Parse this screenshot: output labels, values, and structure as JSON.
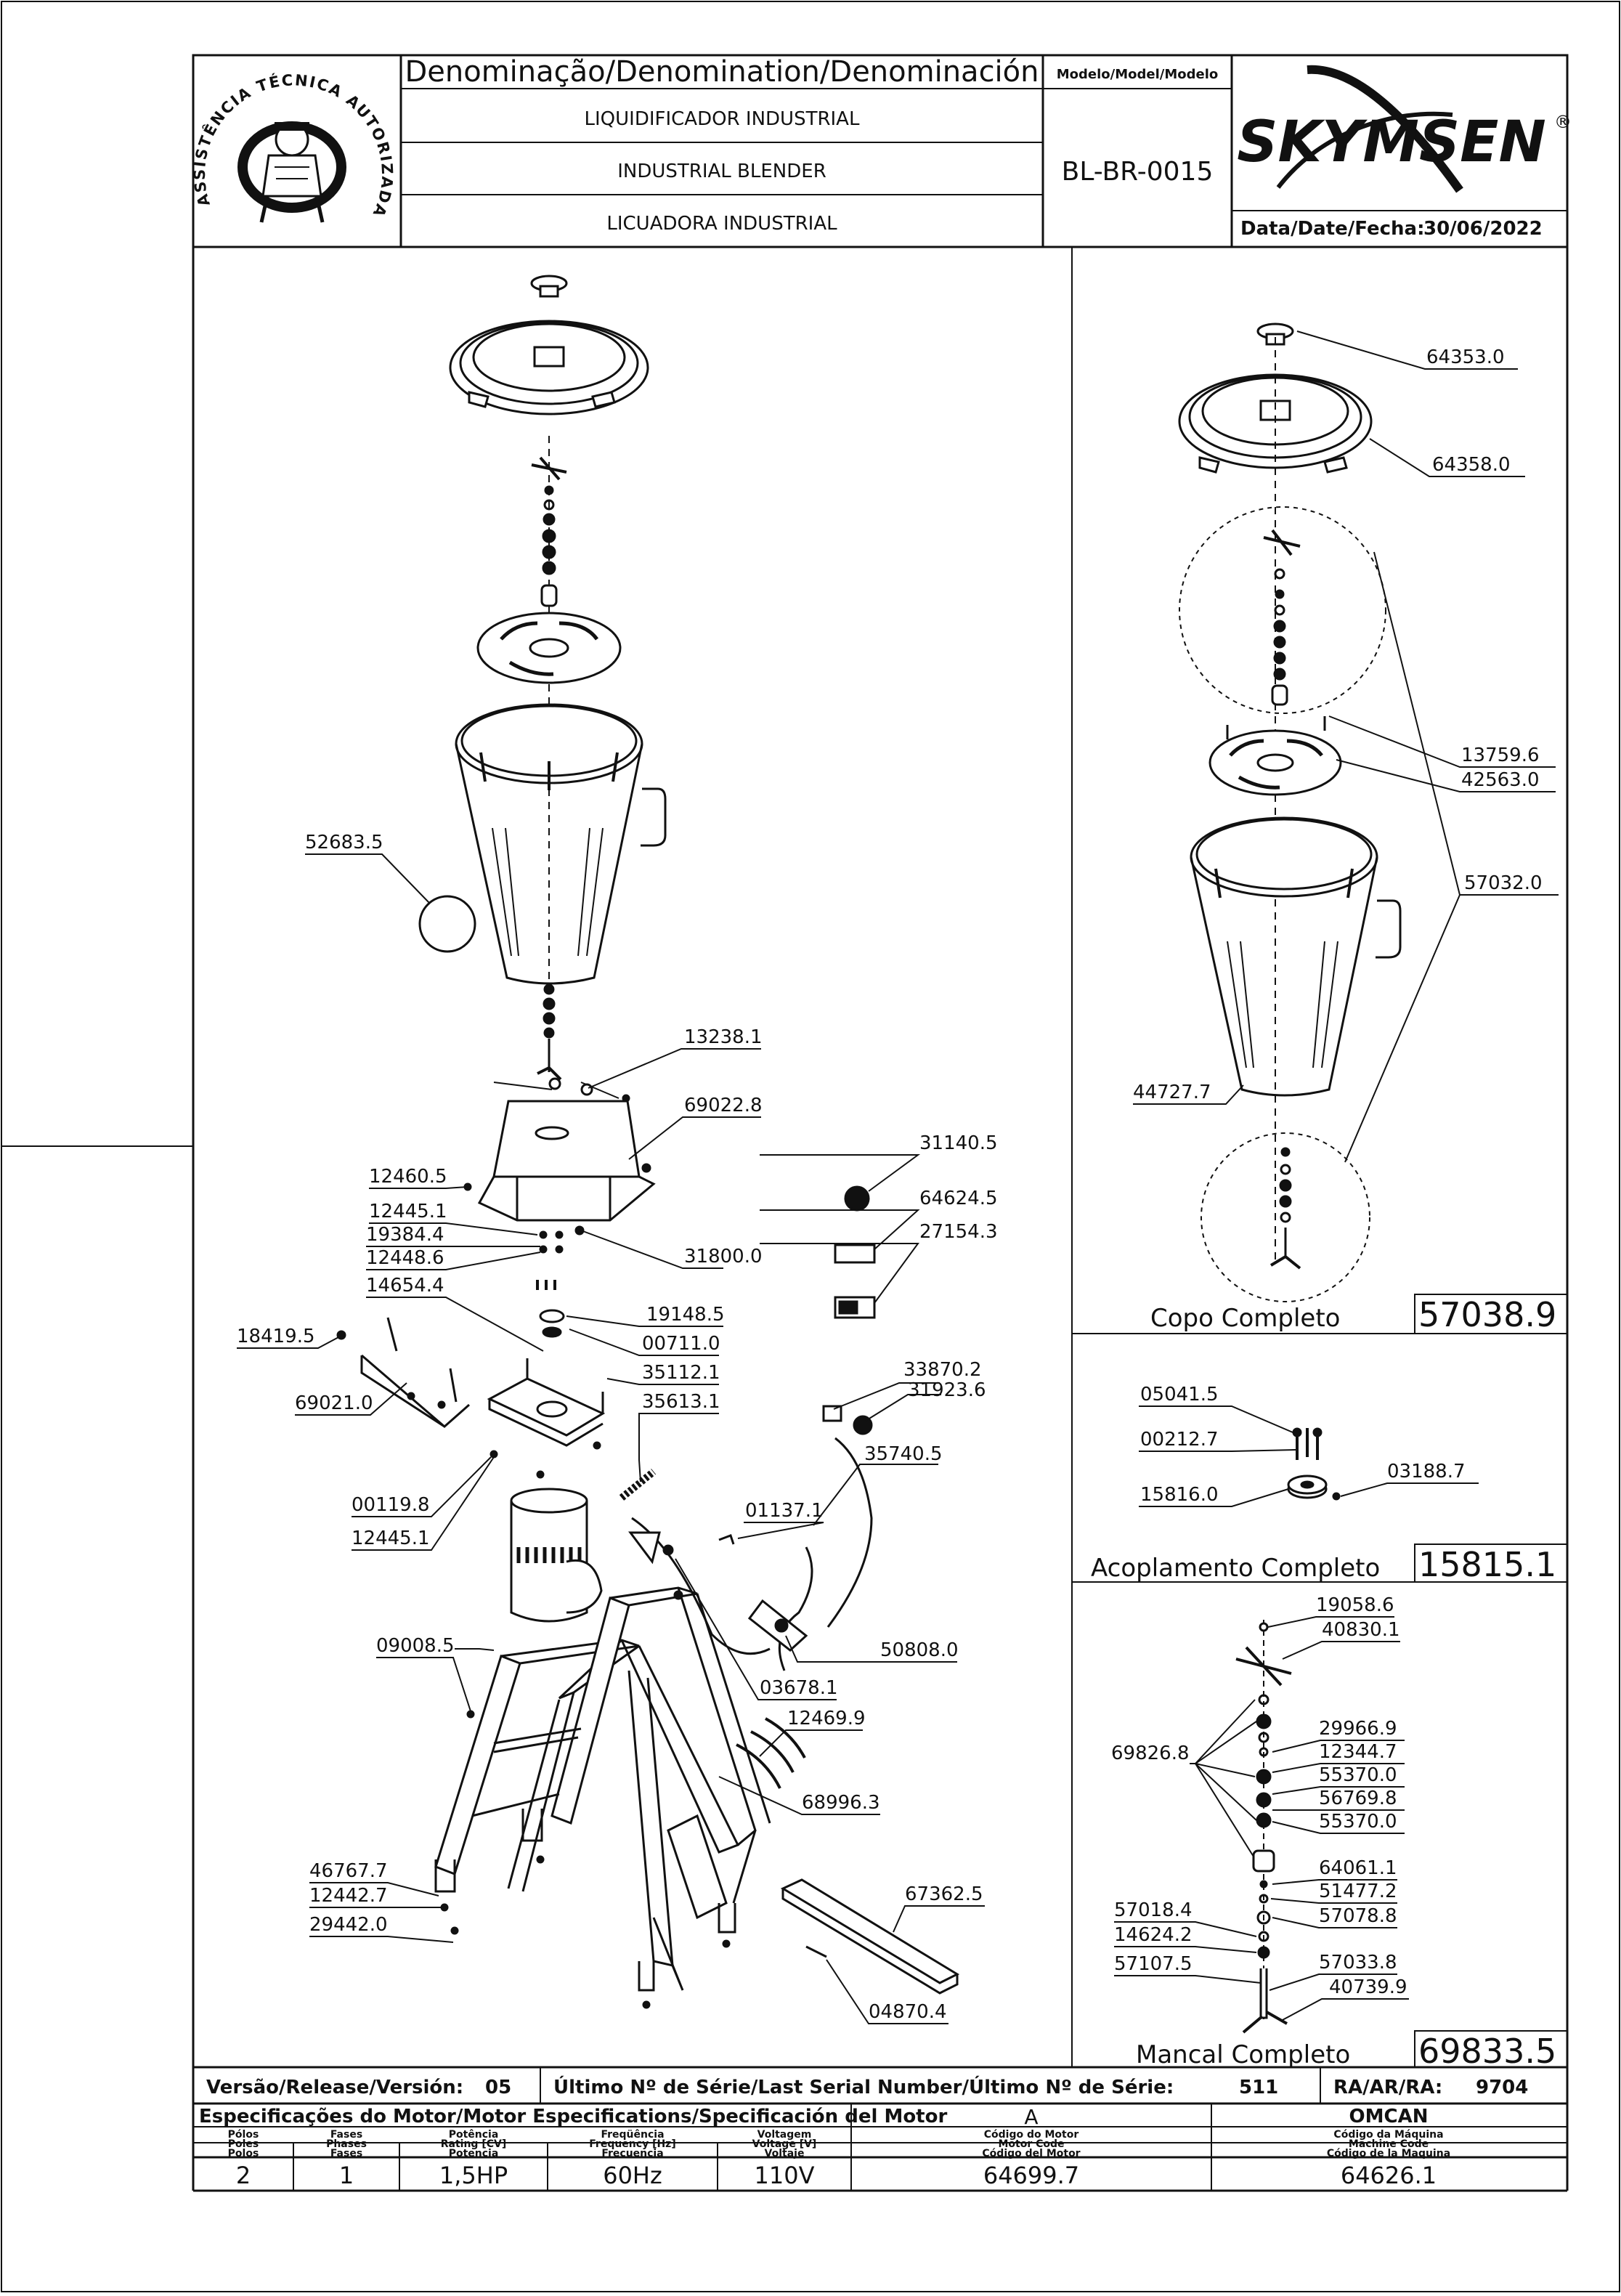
{
  "title_block": {
    "stamp_text": "ASSISTÊNCIA TÉCNICA AUTORIZADA",
    "denomination_header": "Denominação/Denomination/Denominación",
    "name_pt": "LIQUIDIFICADOR INDUSTRIAL",
    "name_en": "INDUSTRIAL BLENDER",
    "name_es": "LICUADORA INDUSTRIAL",
    "model_header": "Modelo/Model/Modelo",
    "model_value": "BL-BR-0015",
    "brand": "SKYMSEN",
    "brand_mark": "®",
    "date_label": "Data/Date/Fecha:",
    "date_value": "30/06/2022"
  },
  "part_labels": {
    "p52683_5": "52683.5",
    "p13238_1": "13238.1",
    "p69022_8": "69022.8",
    "p12460_5": "12460.5",
    "p12445_1a": "12445.1",
    "p19384_4": "19384.4",
    "p12448_6": "12448.6",
    "p31800_0": "31800.0",
    "p14654_4": "14654.4",
    "p19148_5": "19148.5",
    "p18419_5": "18419.5",
    "p00711_0": "00711.0",
    "p35112_1": "35112.1",
    "p35613_1": "35613.1",
    "p69021_0": "69021.0",
    "p00119_8": "00119.8",
    "p12445_1b": "12445.1",
    "p31140_5": "31140.5",
    "p64624_5": "64624.5",
    "p27154_3": "27154.3",
    "p33870_2": "33870.2",
    "p31923_6": "31923.6",
    "p35740_5": "35740.5",
    "p01137_1": "01137.1",
    "p50808_0": "50808.0",
    "p09008_5": "09008.5",
    "p03678_1": "03678.1",
    "p12469_9": "12469.9",
    "p68996_3": "68996.3",
    "p46767_7": "46767.7",
    "p12442_7": "12442.7",
    "p29442_0": "29442.0",
    "p67362_5": "67362.5",
    "p04870_4": "04870.4"
  },
  "cup_assembly": {
    "p64353_0": "64353.0",
    "p64358_0": "64358.0",
    "p13759_6": "13759.6",
    "p42563_0": "42563.0",
    "p57032_0": "57032.0",
    "p44727_7": "44727.7",
    "name": "Copo Completo",
    "code": "57038.9"
  },
  "coupling_assembly": {
    "p05041_5": "05041.5",
    "p00212_7": "00212.7",
    "p15816_0": "15816.0",
    "p03188_7": "03188.7",
    "name": "Acoplamento Completo",
    "code": "15815.1"
  },
  "bearing_assembly": {
    "p19058_6": "19058.6",
    "p40830_1": "40830.1",
    "p69826_8": "69826.8",
    "p29966_9": "29966.9",
    "p12344_7": "12344.7",
    "p55370_0a": "55370.0",
    "p56769_8": "56769.8",
    "p55370_0b": "55370.0",
    "p64061_1": "64061.1",
    "p51477_2": "51477.2",
    "p57078_8": "57078.8",
    "p57018_4": "57018.4",
    "p14624_2": "14624.2",
    "p57033_8": "57033.8",
    "p57107_5": "57107.5",
    "p40739_9": "40739.9",
    "name": "Mancal Completo",
    "code": "69833.5"
  },
  "footer": {
    "version_label": "Versão/Release/Versión:",
    "version_value": "05",
    "serial_label": "Último Nº de Série/Last Serial Number/Último Nº de Série:",
    "serial_value": "511",
    "ra_label": "RA/AR/RA:",
    "ra_value": "9704",
    "motor_spec_label": "Especificações do Motor/Motor Especifications/Specificación del Motor",
    "motor_spec_value": "A",
    "omcan": "OMCAN",
    "poles_h": [
      "Pólos",
      "Poles",
      "Polos"
    ],
    "phases_h": [
      "Fases",
      "Phases",
      "Fases"
    ],
    "power_h": [
      "Potência",
      "Rating [CV]",
      "Potencia"
    ],
    "freq_h": [
      "Freqüência",
      "Frequency [Hz]",
      "Frecuencia"
    ],
    "voltage_h": [
      "Voltagem",
      "Voltage [V]",
      "Voltaje"
    ],
    "motor_code_h": [
      "Código do Motor",
      "Motor Code",
      "Código del Motor"
    ],
    "machine_code_h": [
      "Código da Máquina",
      "Machine Code",
      "Código de la Maquina"
    ],
    "poles": "2",
    "phases": "1",
    "power": "1,5HP",
    "frequency": "60Hz",
    "voltage": "110V",
    "motor_code": "64699.7",
    "machine_code": "64626.1"
  }
}
